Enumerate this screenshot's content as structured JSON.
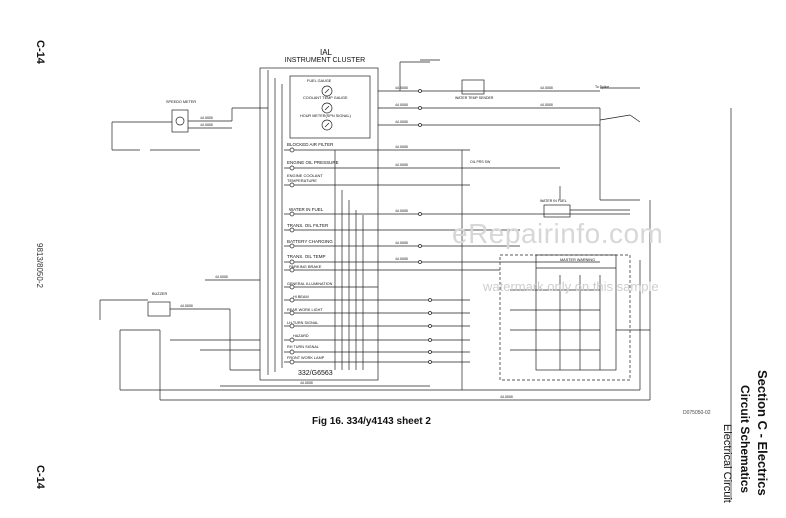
{
  "page": {
    "page_number_top": "C-14",
    "page_number_bottom": "C-14",
    "part_number": "9813/8050-2"
  },
  "section": {
    "title": "Section C - Electrics",
    "subtitle": "Circuit Schematics",
    "sub_subtitle": "Electrical Circuit"
  },
  "figure": {
    "caption": "Fig 16. 334/y4143 sheet 2",
    "ref_code": "D075050-02"
  },
  "watermark": {
    "line1": "eRepairinfo.com",
    "line2": "watermark only on this sample"
  },
  "cluster": {
    "id": "IAL",
    "title": "INSTRUMENT CLUSTER",
    "footer": "332/G6563",
    "gauges": [
      "FUEL GAUGE",
      "COOLANT TEMP GAUGE",
      "HOUR METER(SPN SIGNAL)"
    ],
    "warnings": [
      "BLOCKED AIR FILTER",
      "ENGINE OIL PRESSURE",
      "ENGINE COOLANT TEMPERATURE",
      "WATER IN FUEL",
      "TRANS. OIL FILTER",
      "BATTERY CHARGING",
      "TRANS. OIL TEMP",
      "PARKING BRAKE",
      "GENERAL ILLUMINATION",
      "HI BEAM",
      "REAR WORK LIGHT",
      "LH TURN SIGNAL",
      "HAZARD",
      "RH TURN SIGNAL",
      "FRONT WORK LAMP"
    ]
  },
  "components": {
    "speedo": "SPEEDO METER",
    "buzzer": "BUZZER",
    "master_warning": "MASTER WARNING",
    "coolant_sender": "WATER TEMP SENDER",
    "water_in_fuel": "WATER IN FUEL",
    "oil_pressure": "OIL PRS SW"
  },
  "labels": {
    "to_splice": "To Splice"
  }
}
